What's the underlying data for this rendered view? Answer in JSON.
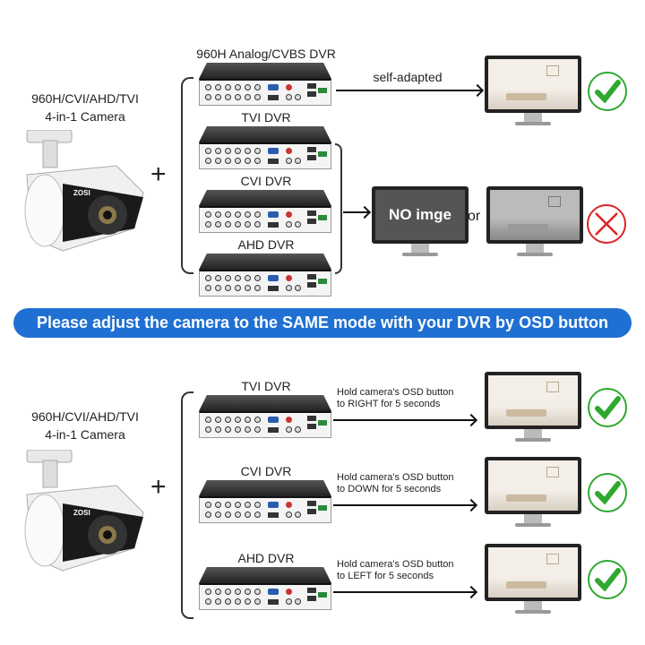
{
  "top": {
    "camera_label": [
      "960H/CVI/AHD/TVI",
      "4-in-1 Camera"
    ],
    "camera_brand": "ZOSI",
    "plus": "+",
    "dvrs": [
      "960H Analog/CVBS DVR",
      "TVI DVR",
      "CVI DVR",
      "AHD DVR"
    ],
    "self_adapted": "self-adapted",
    "no_image": "NO imge",
    "or": "or"
  },
  "banner": "Please adjust the camera to the SAME mode with your DVR by OSD button",
  "bottom": {
    "camera_label": [
      "960H/CVI/AHD/TVI",
      "4-in-1 Camera"
    ],
    "camera_brand": "ZOSI",
    "plus": "+",
    "rows": [
      {
        "dvr": "TVI DVR",
        "hint": [
          "Hold camera's OSD button",
          "to RIGHT for 5 seconds"
        ]
      },
      {
        "dvr": "CVI DVR",
        "hint": [
          "Hold camera's OSD button",
          "to DOWN for 5 seconds"
        ]
      },
      {
        "dvr": "AHD DVR",
        "hint": [
          "Hold camera's OSD button",
          "to LEFT for 5 seconds"
        ]
      }
    ]
  },
  "colors": {
    "banner": "#1f70d2",
    "check": "#2fa82f",
    "cross": "#dd2222"
  }
}
